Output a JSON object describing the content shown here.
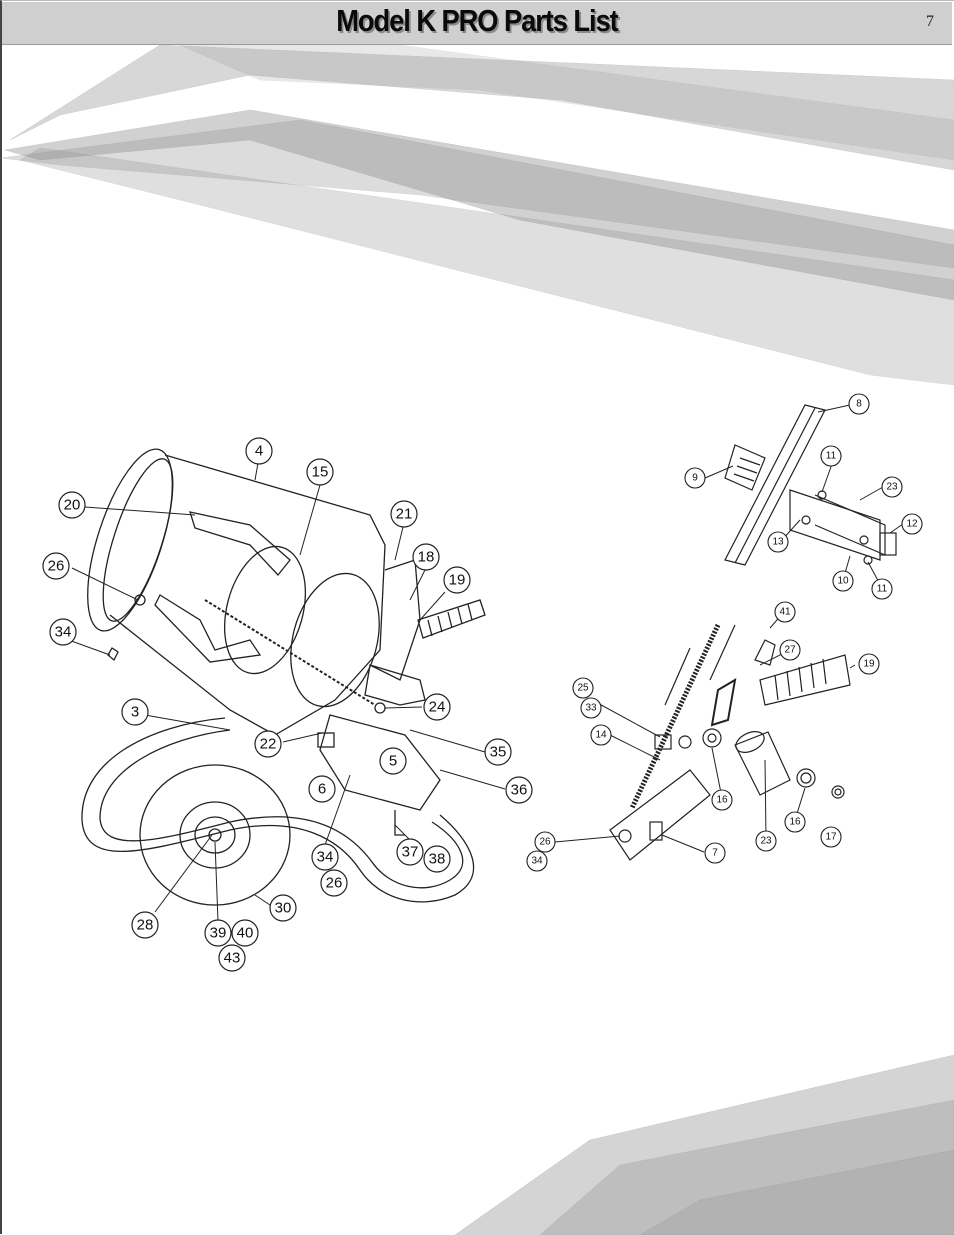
{
  "header": {
    "title": "Model K PRO Parts List",
    "page_number": "7"
  },
  "diagram_left": {
    "callouts": [
      "3",
      "4",
      "5",
      "6",
      "15",
      "18",
      "19",
      "20",
      "21",
      "22",
      "24",
      "26",
      "26",
      "28",
      "30",
      "34",
      "34",
      "35",
      "36",
      "37",
      "38",
      "39",
      "40",
      "43"
    ]
  },
  "diagram_top_right": {
    "callouts": [
      "8",
      "9",
      "10",
      "11",
      "11",
      "12",
      "13",
      "23"
    ]
  },
  "diagram_bottom_right": {
    "callouts": [
      "7",
      "14",
      "16",
      "16",
      "17",
      "19",
      "23",
      "25",
      "26",
      "27",
      "33",
      "34",
      "41"
    ]
  }
}
